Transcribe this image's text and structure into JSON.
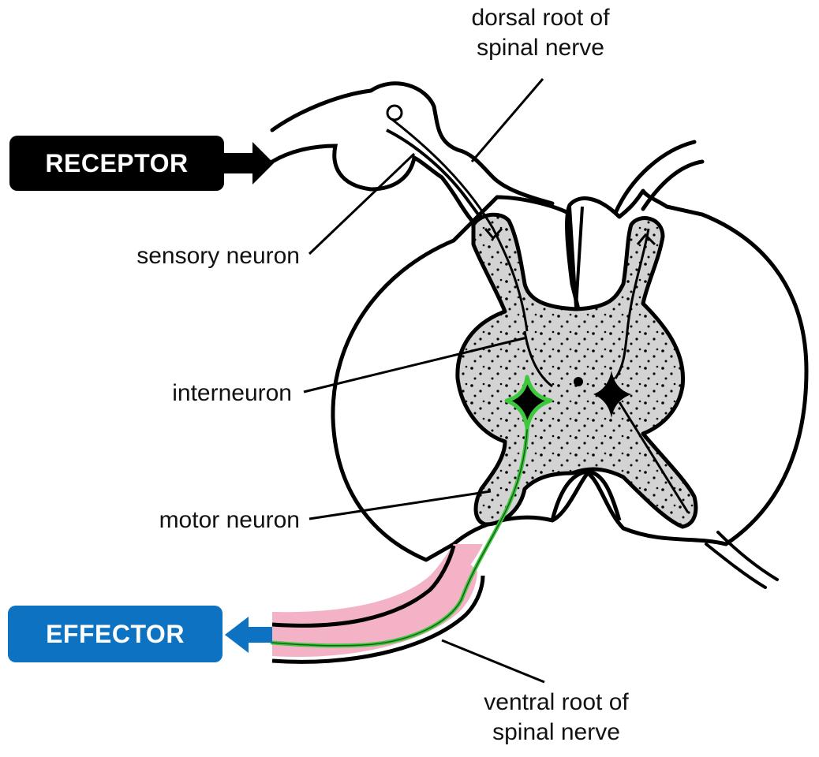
{
  "labels": {
    "dorsal_root_line1": "dorsal root of",
    "dorsal_root_line2": "spinal nerve",
    "sensory_neuron": "sensory neuron",
    "interneuron": "interneuron",
    "motor_neuron": "motor neuron",
    "ventral_root_line1": "ventral root of",
    "ventral_root_line2": "spinal nerve"
  },
  "boxes": {
    "receptor": "RECEPTOR",
    "effector": "EFFECTOR"
  },
  "colors": {
    "receptor_box": "#000000",
    "effector_box": "#0e72c2",
    "grey_matter": "#d3d3d3",
    "motor_neuron_highlight": "#3ec83e",
    "ventral_root_fill": "#f4b2c6",
    "outline": "#000000"
  }
}
